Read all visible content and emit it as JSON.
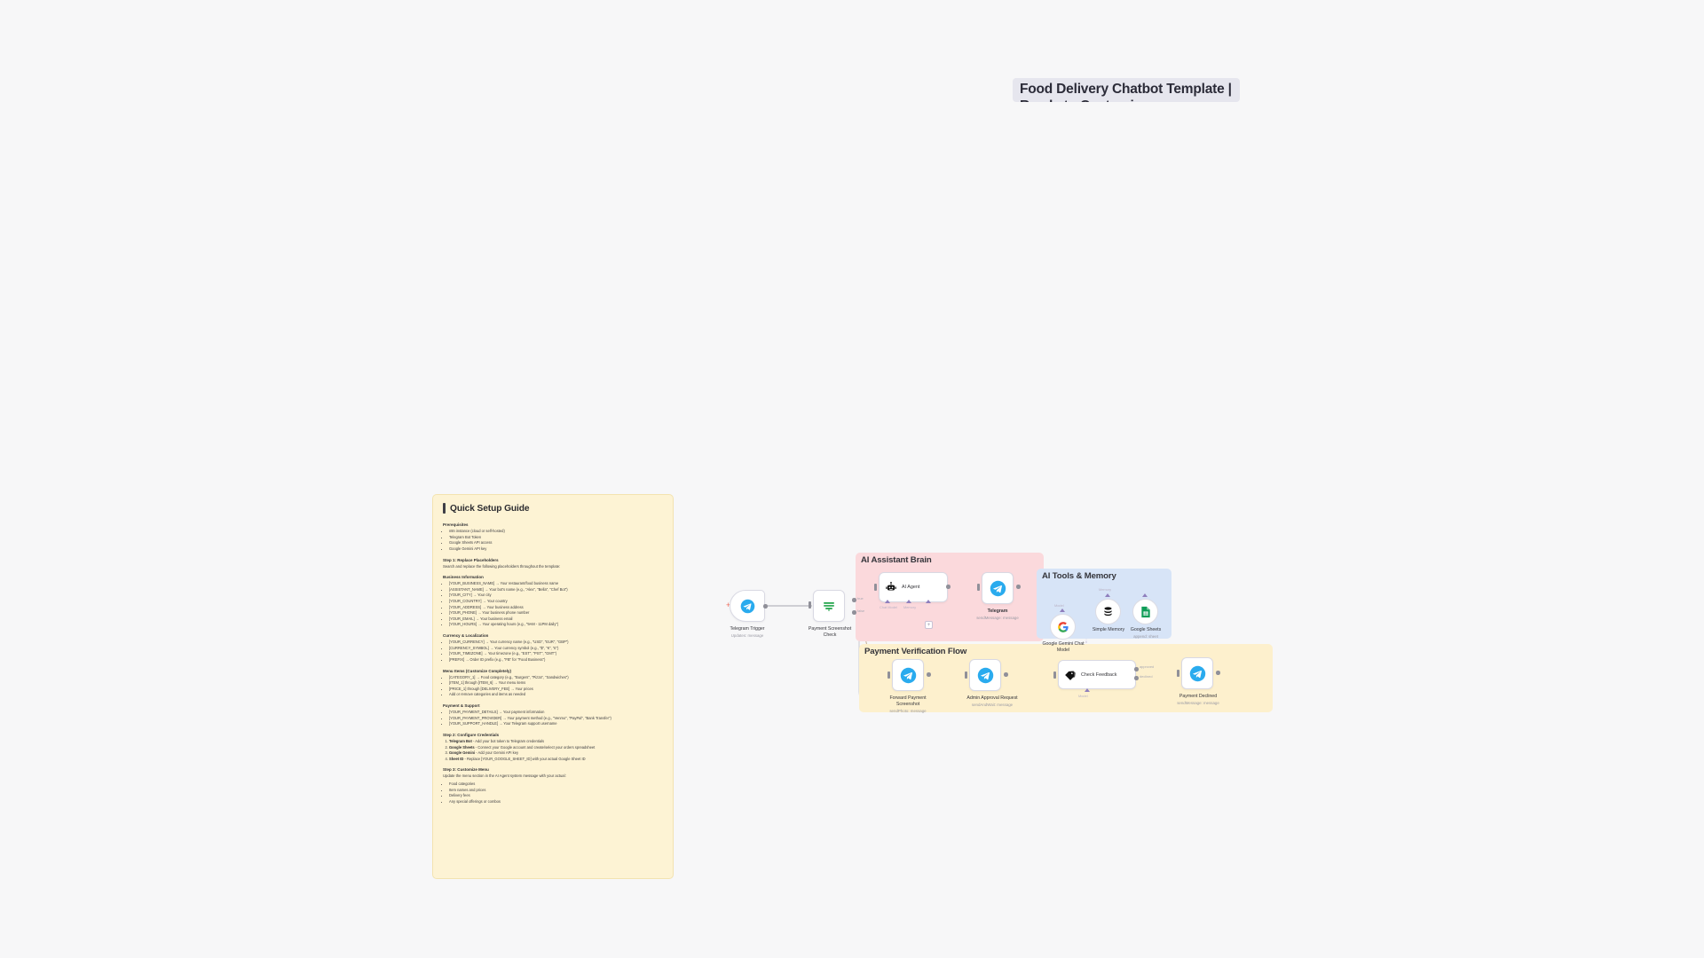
{
  "workflow": {
    "title": "Food Delivery Chatbot Template | Ready to Customize"
  },
  "sticky_note": {
    "title": "Quick Setup Guide",
    "sections": [
      {
        "heading": "Prerequisites",
        "list_type": "bullet",
        "items": [
          "n8n instance (cloud or self-hosted)",
          "Telegram Bot Token",
          "Google Sheets API access",
          "Google Gemini API key"
        ]
      },
      {
        "heading": "Step 1: Replace Placeholders",
        "paragraph": "Search and replace the following placeholders throughout the template:"
      },
      {
        "heading": "Business Information",
        "list_type": "bullet",
        "items": [
          "[YOUR_BUSINESS_NAME] → Your restaurant/food business name",
          "[ASSISTANT_NAME] → Your bot's name (e.g., \"Alex\", \"Bella\", \"Chef Bot\")",
          "[YOUR_CITY] → Your city",
          "[YOUR_COUNTRY] → Your country",
          "[YOUR_ADDRESS] → Your business address",
          "[YOUR_PHONE] → Your business phone number",
          "[YOUR_EMAIL] → Your business email",
          "[YOUR_HOURS] → Your operating hours (e.g., \"9AM - 11PM daily\")"
        ]
      },
      {
        "heading": "Currency & Localization",
        "list_type": "bullet",
        "items": [
          "[YOUR_CURRENCY] → Your currency name (e.g., \"USD\", \"EUR\", \"GBP\")",
          "[CURRENCY_SYMBOL] → Your currency symbol (e.g., \"$\", \"€\", \"£\")",
          "[YOUR_TIMEZONE] → Your timezone (e.g., \"EST\", \"PST\", \"GMT\")",
          "[PREFIX] → Order ID prefix (e.g., \"FB\" for \"Food Business\")"
        ]
      },
      {
        "heading": "Menu Items (Customize Completely)",
        "list_type": "bullet",
        "items": [
          "[CATEGORY_1] → Food category (e.g., \"Burgers\", \"Pizza\", \"Sandwiches\")",
          "[ITEM_1] through [ITEM_6] → Your menu items",
          "[PRICE_1] through [DELIVERY_FEE] → Your prices",
          "Add or remove categories and items as needed"
        ]
      },
      {
        "heading": "Payment & Support",
        "list_type": "bullet",
        "items": [
          "[YOUR_PAYMENT_DETAILS] → Your payment information",
          "[YOUR_PAYMENT_PROVIDER] → Your payment method (e.g., \"Venmo\", \"PayPal\", \"Bank Transfer\")",
          "[YOUR_SUPPORT_HANDLE] → Your Telegram support username"
        ]
      },
      {
        "heading": "Step 2: Configure Credentials",
        "list_type": "number",
        "items": [
          "<b>Telegram Bot</b> - Add your bot token to Telegram credentials",
          "<b>Google Sheets</b> - Connect your Google account and create/select your orders spreadsheet",
          "<b>Google Gemini</b> - Add your Gemini API key",
          "<b>Sheet ID</b> - Replace [YOUR_GOOGLE_SHEET_ID] with your actual Google Sheet ID"
        ]
      },
      {
        "heading": "Step 3: Customize Menu",
        "paragraph": "Update the menu section in the AI Agent system message with your actual:",
        "list_type": "bullet",
        "items": [
          "Food categories",
          "Item names and prices",
          "Delivery fees",
          "Any special offerings or combos"
        ]
      }
    ]
  },
  "zones": [
    {
      "id": "brain",
      "label": "AI Assistant Brain",
      "color": "#fbd9dc"
    },
    {
      "id": "tools",
      "label": "AI Tools & Memory",
      "color": "#d7e4f7"
    },
    {
      "id": "payment",
      "label": "Payment Verification Flow",
      "color": "#fdf0cd"
    }
  ],
  "nodes": [
    {
      "id": "telegram-trigger",
      "name": "Telegram Trigger",
      "subtitle": "Updates: message",
      "icon": "telegram-icon"
    },
    {
      "id": "payment-screenshot-check",
      "name": "Payment Screenshot\nCheck",
      "subtitle": "",
      "icon": "switch-icon"
    },
    {
      "id": "ai-agent",
      "name": "AI Agent",
      "subtitle": "",
      "icon": "robot-icon"
    },
    {
      "id": "telegram",
      "name": "Telegram",
      "subtitle": "sendMessage: message",
      "icon": "telegram-icon"
    },
    {
      "id": "google-gemini-chat-model",
      "name": "Google Gemini Chat\nModel",
      "subtitle": "",
      "icon": "google-icon"
    },
    {
      "id": "simple-memory",
      "name": "Simple Memory",
      "subtitle": "",
      "icon": "database-icon"
    },
    {
      "id": "google-sheets",
      "name": "Google Sheets",
      "subtitle": "append: sheet",
      "icon": "google-sheets-icon"
    },
    {
      "id": "forward-payment-screenshot",
      "name": "Forward Payment\nScreenshot",
      "subtitle": "sendPhoto: message",
      "icon": "telegram-icon"
    },
    {
      "id": "admin-approval-request",
      "name": "Admin Approval Request",
      "subtitle": "sendAndWait: message",
      "icon": "telegram-icon"
    },
    {
      "id": "check-feedback",
      "name": "Check Feedback",
      "subtitle": "",
      "icon": "switch-tag-icon"
    },
    {
      "id": "payment-declined",
      "name": "Payment Declined",
      "subtitle": "sendMessage: message",
      "icon": "telegram-icon"
    }
  ],
  "edge_labels": {
    "check_true": "true",
    "check_false": "false",
    "feedback_approved": "approved",
    "feedback_declined": "declined"
  },
  "sub_labels": {
    "chat_model": "Chat Model",
    "memory": "Memory",
    "tool": "Tool",
    "model": "Model",
    "memory_top": "Memory",
    "model_bottom": "Model"
  }
}
